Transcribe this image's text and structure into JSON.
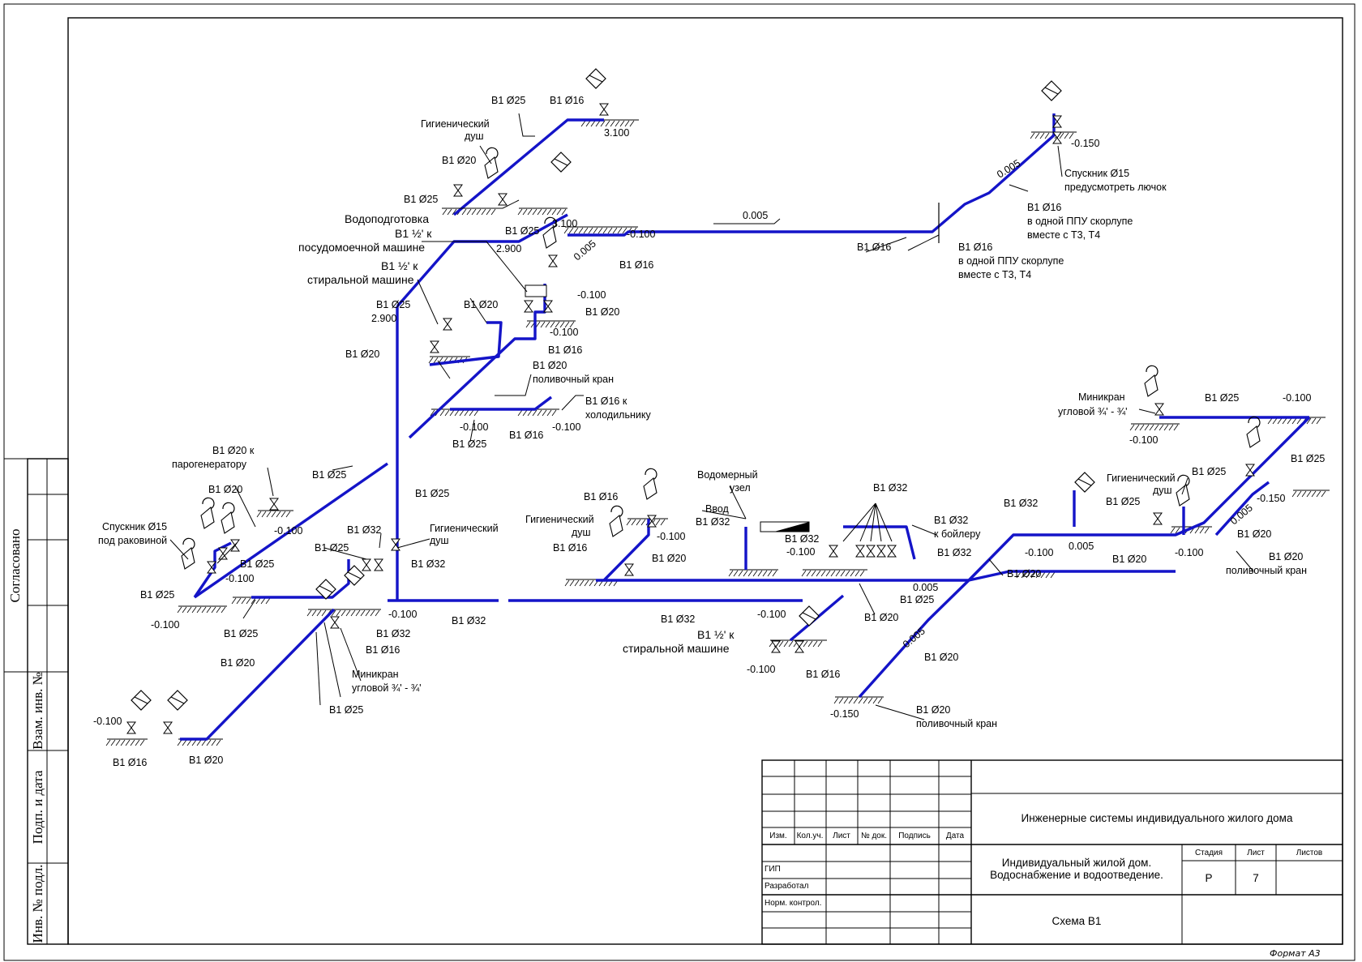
{
  "format": "Формат А3",
  "side_stamp": {
    "agreed": "Согласовано",
    "replaced_inv": "Взам. инв. №",
    "sign_date": "Подп. и дата",
    "inv_orig": "Инв. № подл."
  },
  "title_block": {
    "headers": [
      "Изм.",
      "Кол.уч.",
      "Лист",
      "№ док.",
      "Подпись",
      "Дата"
    ],
    "roles": [
      "ГИП",
      "Разработал",
      "Норм. контрол."
    ],
    "project": "Инженерные системы индивидуального жилого дома",
    "object_line1": "Индивидуальный жилой дом.",
    "object_line2": "Водоснабжение и водоотведение.",
    "stage_label": "Стадия",
    "sheet_label": "Лист",
    "sheets_label": "Листов",
    "stage": "Р",
    "sheet": "7",
    "sheets": "",
    "drawing": "Схема В1"
  },
  "annotations": {
    "wd_title": "Водоподготовка",
    "dish_1": "В1 ½' к",
    "dish_2": "посудомоечной машине",
    "wash_1": "В1 ½' к",
    "wash_2": "стиральной машине",
    "wash2_1": "В1 ½' к",
    "wash2_2": "стиральной машине",
    "hyg_a1": "Гигиенический",
    "hyg_a2": "душ",
    "hyg_b1": "Гигиенический",
    "hyg_b2": "душ",
    "hyg_c1": "Гигиенический",
    "hyg_c2": "душ",
    "hyg_d1": "Гигиенический",
    "hyg_d2": "душ",
    "steam_1": "В1 Ø20 к",
    "steam_2": "парогенератору",
    "sink_drain_1": "Спускник Ø15",
    "sink_drain_2": "под раковиной",
    "drain_1": "Спускник Ø15",
    "drain_2": "предусмотреть лючок",
    "ppu_a1": "В1 Ø16",
    "ppu_a2": "в одной ППУ скорлупе",
    "ppu_a3": "вместе с Т3, Т4",
    "ppu_b1": "В1 Ø16",
    "ppu_b2": "в одной ППУ скорлупе",
    "ppu_b3": "вместе с Т3, Т4",
    "meter_1": "Водомерный",
    "meter_2": "узел",
    "inlet_1": "Ввод",
    "inlet_2": "В1 Ø32",
    "boiler_1": "В1 Ø32",
    "boiler_2": "к бойлеру",
    "fridge_1": "В1 Ø16 к",
    "fridge_2": "холодильнику",
    "garden_a1": "В1 Ø20",
    "garden_a2": "поливочный кран",
    "garden_b1": "В1 Ø20",
    "garden_b2": "поливочный кран",
    "garden_c1": "В1 Ø20",
    "garden_c2": "поливочный кран",
    "mini_a1": "Миникран",
    "mini_a2": "угловой ¾' - ¾'",
    "mini_b1": "Миникран",
    "mini_b2": "угловой ¾' - ¾'",
    "b1_25": "В1 Ø25",
    "b1_20": "В1 Ø20",
    "b1_16": "В1 Ø16",
    "b1_32": "В1 Ø32",
    "slope": "0.005",
    "lv_m100": "-0.100",
    "lv_m150": "-0.150",
    "lv_3100": "3.100",
    "lv_2900": "2.900"
  }
}
